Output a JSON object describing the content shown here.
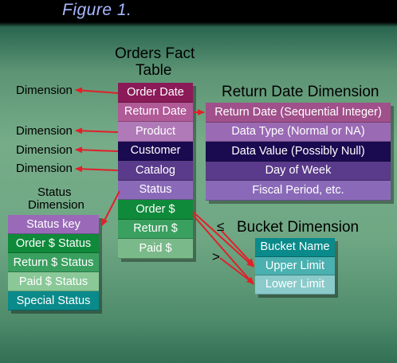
{
  "figure_title": "Figure 1.",
  "orders_table": {
    "title_line1": "Orders Fact",
    "title_line2": "Table",
    "rows": [
      {
        "label": "Order Date",
        "color": "#8a1a58"
      },
      {
        "label": "Return Date",
        "color": "#b05a98"
      },
      {
        "label": "Product",
        "color": "#b07ab8"
      },
      {
        "label": "Customer",
        "color": "#1a0a50"
      },
      {
        "label": "Catalog",
        "color": "#5a3a8a"
      },
      {
        "label": "Status",
        "color": "#8a6ab8"
      },
      {
        "label": "Order $",
        "color": "#0f8a3a"
      },
      {
        "label": "Return $",
        "color": "#3aa060"
      },
      {
        "label": "Paid $",
        "color": "#7aba8a"
      }
    ]
  },
  "return_date_dimension": {
    "title": "Return Date Dimension",
    "rows": [
      {
        "label": "Return Date (Sequential Integer)",
        "color": "#a0508a"
      },
      {
        "label": "Data Type (Normal or NA)",
        "color": "#9a6ab4"
      },
      {
        "label": "Data Value (Possibly Null)",
        "color": "#1a0a50"
      },
      {
        "label": "Day of Week",
        "color": "#5a3a8a"
      },
      {
        "label": "Fiscal Period, etc.",
        "color": "#8a6ab8"
      }
    ]
  },
  "status_dimension": {
    "title_line1": "Status",
    "title_line2": "Dimension",
    "rows": [
      {
        "label": "Status key",
        "color": "#9a6ab8"
      },
      {
        "label": "Order $ Status",
        "color": "#0f8a3a"
      },
      {
        "label": "Return $ Status",
        "color": "#3aa060"
      },
      {
        "label": "Paid $ Status",
        "color": "#8ac898"
      },
      {
        "label": "Special Status",
        "color": "#0a8a8a"
      }
    ]
  },
  "bucket_dimension": {
    "title": "Bucket Dimension",
    "rows": [
      {
        "label": "Bucket Name",
        "color": "#0a8a8a"
      },
      {
        "label": "Upper Limit",
        "color": "#4ab0b0"
      },
      {
        "label": "Lower Limit",
        "color": "#8acaca"
      }
    ]
  },
  "dimension_labels": [
    "Dimension",
    "Dimension",
    "Dimension",
    "Dimension"
  ],
  "symbols": {
    "le": "≤",
    "gt": ">"
  },
  "arrow_color": "#e0202a"
}
